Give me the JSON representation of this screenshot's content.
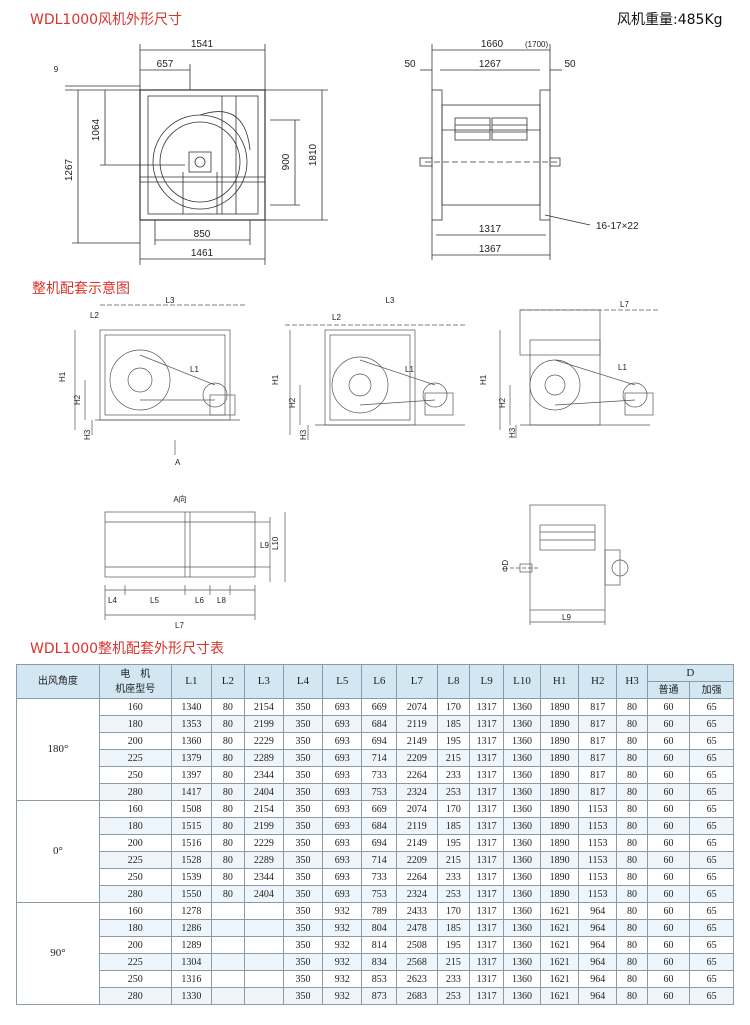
{
  "header": {
    "title": "WDL1000风机外形尺寸",
    "weight": "风机重量:485Kg"
  },
  "drawing1": {
    "dims": {
      "w_total": "1541",
      "w_left": "657",
      "top_small": "9",
      "h_1267": "1267",
      "h_1064": "1064",
      "h_900": "900",
      "h_1810": "1810",
      "w_850": "850",
      "w_1461": "1461"
    }
  },
  "drawing2": {
    "dims": {
      "w_top": "1660",
      "w_top_alt": "(1700)",
      "w_1267": "1267",
      "side_left": "50",
      "side_right": "50",
      "holes": "16-17×22",
      "w_1317": "1317",
      "w_1367": "1367"
    }
  },
  "section2": {
    "title": "整机配套示意图",
    "labels": {
      "L1": "L1",
      "L2": "L2",
      "L3": "L3",
      "L4": "L4",
      "L5": "L5",
      "L6": "L6",
      "L7": "L7",
      "L8": "L8",
      "L9": "L9",
      "L10": "L10",
      "H1": "H1",
      "H2": "H2",
      "H3": "H3",
      "A": "A",
      "A_dir": "A向",
      "D": "ΦD"
    }
  },
  "table": {
    "title": "WDL1000整机配套外形尺寸表",
    "headers": {
      "angle": "出风角度",
      "motor": "电　机",
      "motor2": "机座型号",
      "L1": "L1",
      "L2": "L2",
      "L3": "L3",
      "L4": "L4",
      "L5": "L5",
      "L6": "L6",
      "L7": "L7",
      "L8": "L8",
      "L9": "L9",
      "L10": "L10",
      "H1": "H1",
      "H2": "H2",
      "H3": "H3",
      "D": "D",
      "D_normal": "普通",
      "D_strong": "加强"
    },
    "groups": [
      {
        "angle": "180°",
        "rows": [
          [
            "160",
            "1340",
            "80",
            "2154",
            "350",
            "693",
            "669",
            "2074",
            "170",
            "1317",
            "1360",
            "1890",
            "817",
            "80",
            "60",
            "65"
          ],
          [
            "180",
            "1353",
            "80",
            "2199",
            "350",
            "693",
            "684",
            "2119",
            "185",
            "1317",
            "1360",
            "1890",
            "817",
            "80",
            "60",
            "65"
          ],
          [
            "200",
            "1360",
            "80",
            "2229",
            "350",
            "693",
            "694",
            "2149",
            "195",
            "1317",
            "1360",
            "1890",
            "817",
            "80",
            "60",
            "65"
          ],
          [
            "225",
            "1379",
            "80",
            "2289",
            "350",
            "693",
            "714",
            "2209",
            "215",
            "1317",
            "1360",
            "1890",
            "817",
            "80",
            "60",
            "65"
          ],
          [
            "250",
            "1397",
            "80",
            "2344",
            "350",
            "693",
            "733",
            "2264",
            "233",
            "1317",
            "1360",
            "1890",
            "817",
            "80",
            "60",
            "65"
          ],
          [
            "280",
            "1417",
            "80",
            "2404",
            "350",
            "693",
            "753",
            "2324",
            "253",
            "1317",
            "1360",
            "1890",
            "817",
            "80",
            "60",
            "65"
          ]
        ]
      },
      {
        "angle": "0°",
        "rows": [
          [
            "160",
            "1508",
            "80",
            "2154",
            "350",
            "693",
            "669",
            "2074",
            "170",
            "1317",
            "1360",
            "1890",
            "1153",
            "80",
            "60",
            "65"
          ],
          [
            "180",
            "1515",
            "80",
            "2199",
            "350",
            "693",
            "684",
            "2119",
            "185",
            "1317",
            "1360",
            "1890",
            "1153",
            "80",
            "60",
            "65"
          ],
          [
            "200",
            "1516",
            "80",
            "2229",
            "350",
            "693",
            "694",
            "2149",
            "195",
            "1317",
            "1360",
            "1890",
            "1153",
            "80",
            "60",
            "65"
          ],
          [
            "225",
            "1528",
            "80",
            "2289",
            "350",
            "693",
            "714",
            "2209",
            "215",
            "1317",
            "1360",
            "1890",
            "1153",
            "80",
            "60",
            "65"
          ],
          [
            "250",
            "1539",
            "80",
            "2344",
            "350",
            "693",
            "733",
            "2264",
            "233",
            "1317",
            "1360",
            "1890",
            "1153",
            "80",
            "60",
            "65"
          ],
          [
            "280",
            "1550",
            "80",
            "2404",
            "350",
            "693",
            "753",
            "2324",
            "253",
            "1317",
            "1360",
            "1890",
            "1153",
            "80",
            "60",
            "65"
          ]
        ]
      },
      {
        "angle": "90°",
        "rows": [
          [
            "160",
            "1278",
            "",
            "",
            "350",
            "932",
            "789",
            "2433",
            "170",
            "1317",
            "1360",
            "1621",
            "964",
            "80",
            "60",
            "65"
          ],
          [
            "180",
            "1286",
            "",
            "",
            "350",
            "932",
            "804",
            "2478",
            "185",
            "1317",
            "1360",
            "1621",
            "964",
            "80",
            "60",
            "65"
          ],
          [
            "200",
            "1289",
            "",
            "",
            "350",
            "932",
            "814",
            "2508",
            "195",
            "1317",
            "1360",
            "1621",
            "964",
            "80",
            "60",
            "65"
          ],
          [
            "225",
            "1304",
            "",
            "",
            "350",
            "932",
            "834",
            "2568",
            "215",
            "1317",
            "1360",
            "1621",
            "964",
            "80",
            "60",
            "65"
          ],
          [
            "250",
            "1316",
            "",
            "",
            "350",
            "932",
            "853",
            "2623",
            "233",
            "1317",
            "1360",
            "1621",
            "964",
            "80",
            "60",
            "65"
          ],
          [
            "280",
            "1330",
            "",
            "",
            "350",
            "932",
            "873",
            "2683",
            "253",
            "1317",
            "1360",
            "1621",
            "964",
            "80",
            "60",
            "65"
          ]
        ]
      }
    ]
  }
}
